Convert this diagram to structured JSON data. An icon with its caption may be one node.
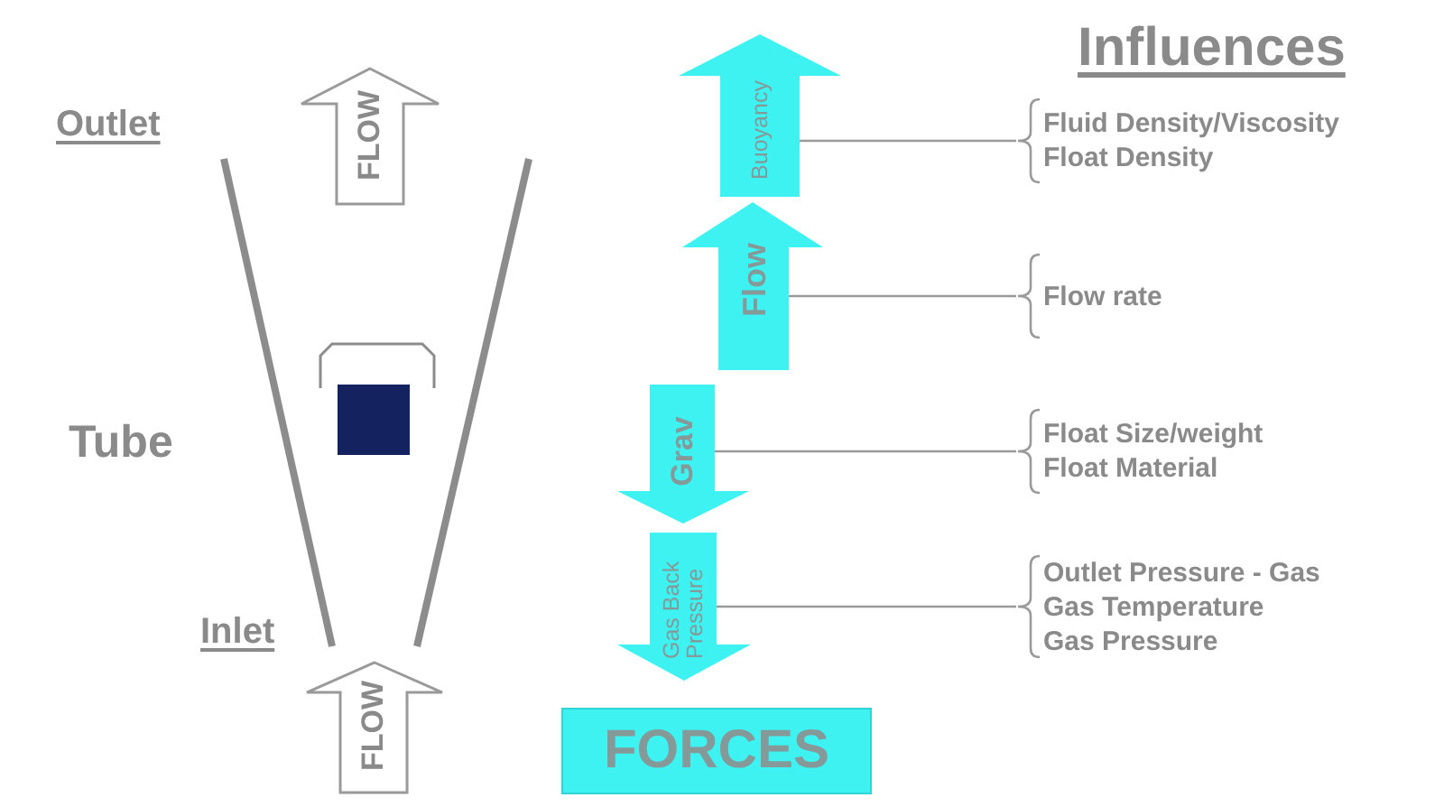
{
  "diagram": {
    "nodes": [
      {
        "text": [
          "FLOW"
        ]
      },
      {
        "text": [
          "Buoyancy"
        ]
      },
      {
        "text": [
          "Fluid Density/Viscosity",
          "Float Density"
        ]
      },
      {
        "text": [
          "Flow"
        ]
      },
      {
        "text": [
          "Flow rate"
        ]
      },
      {
        "text": [
          "Grav"
        ]
      },
      {
        "text": [
          "Float Size/weight",
          "Float Material"
        ]
      },
      {
        "text": [
          "Gas Back Pressure"
        ]
      },
      {
        "text": [
          "Outlet Pressure - Gas",
          "Gas Temperature",
          "Gas Pressure"
        ]
      },
      {
        "text": [
          "FLOW"
        ]
      },
      {
        "text": [
          "FORCES"
        ]
      }
    ],
    "edges": [
      {
        "from": 1,
        "to": 2,
        "arrow": "none"
      },
      {
        "from": 3,
        "to": 4,
        "arrow": "none"
      },
      {
        "from": 5,
        "to": 6,
        "arrow": "none"
      },
      {
        "from": 7,
        "to": 8,
        "arrow": "none"
      }
    ],
    "labels": [
      "Influences",
      "Outlet",
      "Tube",
      "Inlet"
    ]
  }
}
